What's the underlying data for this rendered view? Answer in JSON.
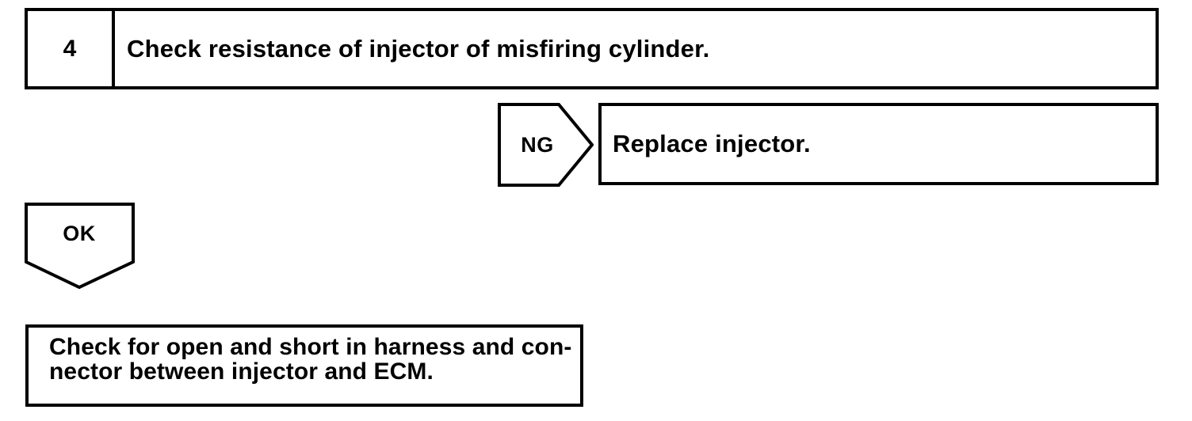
{
  "diagram": {
    "type": "troubleshooting-flowchart",
    "line_color": "#000000",
    "background_color": "#ffffff"
  },
  "step": {
    "number": "4",
    "instruction": "Check resistance of injector of misfiring cylinder."
  },
  "branches": {
    "ng": {
      "label": "NG",
      "direction": "right",
      "result": "Replace injector."
    },
    "ok": {
      "label": "OK",
      "direction": "down",
      "result": "Check for open and short in harness and con-\nnector between injector and ECM."
    }
  }
}
